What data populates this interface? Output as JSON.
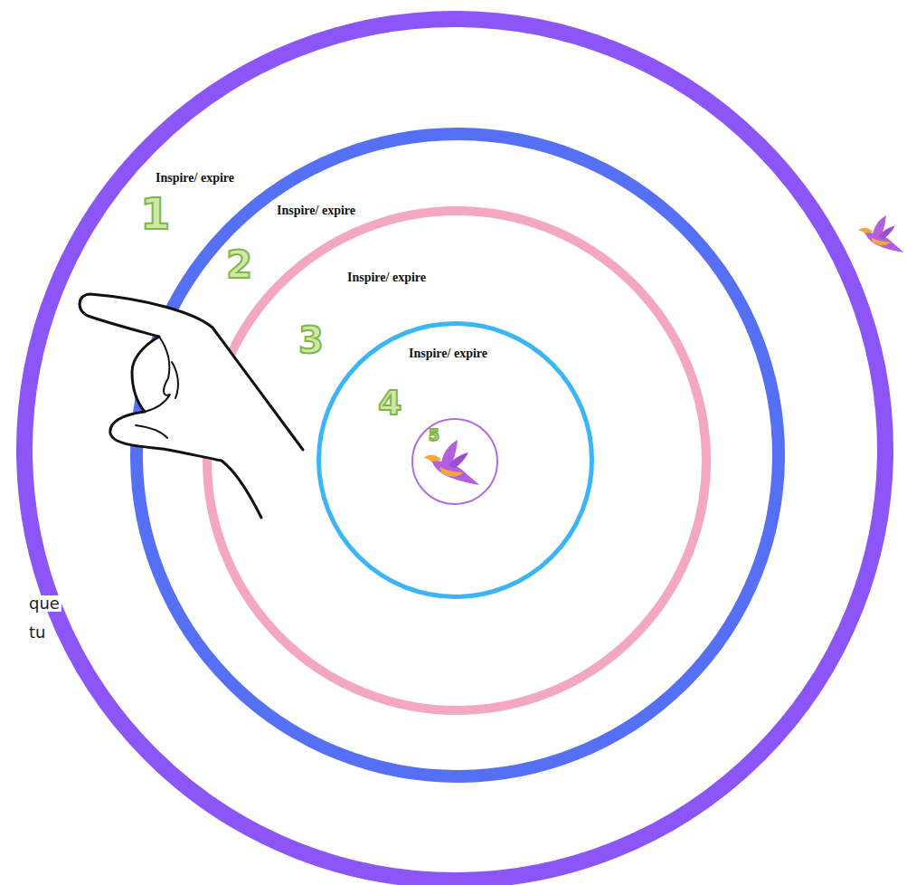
{
  "diagram": {
    "nodes": [
      {
        "text": [
          "Inspire/ expire",
          "1"
        ]
      },
      {
        "text": [
          "Inspire/ expire",
          "2"
        ],
        "in": 0
      },
      {
        "text": [
          "Inspire/ expire",
          "3"
        ],
        "in": 1
      },
      {
        "text": [
          "Inspire/ expire",
          "4"
        ],
        "in": 2
      },
      {
        "text": [
          "5"
        ],
        "in": 3
      }
    ],
    "labels": [
      "que",
      "tu"
    ]
  }
}
